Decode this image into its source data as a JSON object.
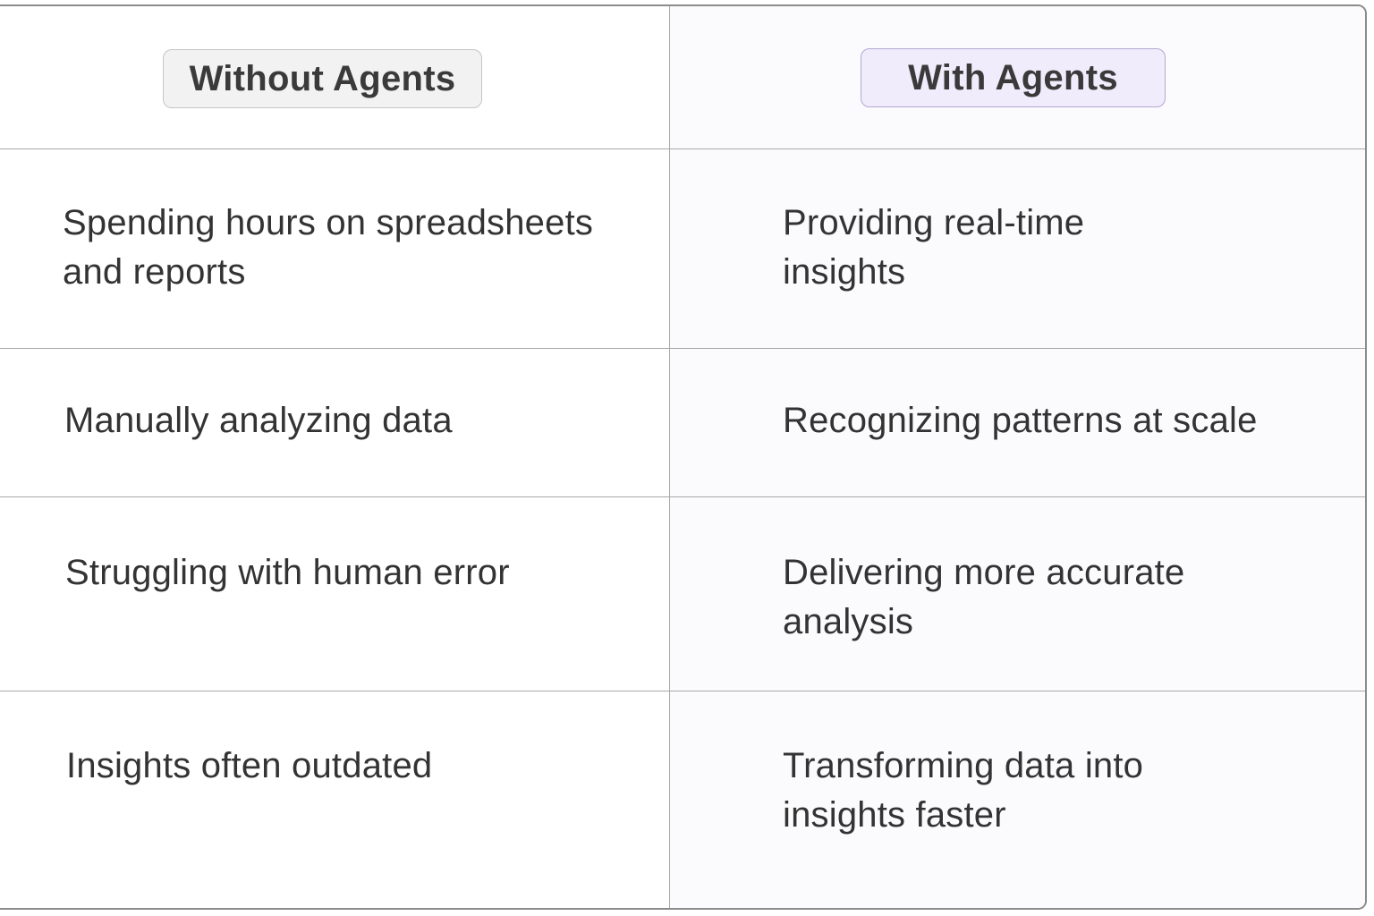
{
  "table": {
    "headers": {
      "without": "Without Agents",
      "with": "With Agents"
    },
    "rows": [
      {
        "without": "Spending hours on spreadsheets and reports",
        "with": "Providing real-time insights"
      },
      {
        "without": "Manually analyzing data",
        "with": "Recognizing patterns at scale"
      },
      {
        "without": "Struggling with human error",
        "with": "Delivering more accurate analysis"
      },
      {
        "without": "Insights often outdated",
        "with": "Transforming data into insights faster"
      }
    ]
  },
  "colors": {
    "border": "#a8a8a8",
    "without_pill_bg": "#f2f2f2",
    "with_pill_bg": "#f1ecfb",
    "with_pill_border": "#b3a8d2",
    "text": "#333333"
  }
}
